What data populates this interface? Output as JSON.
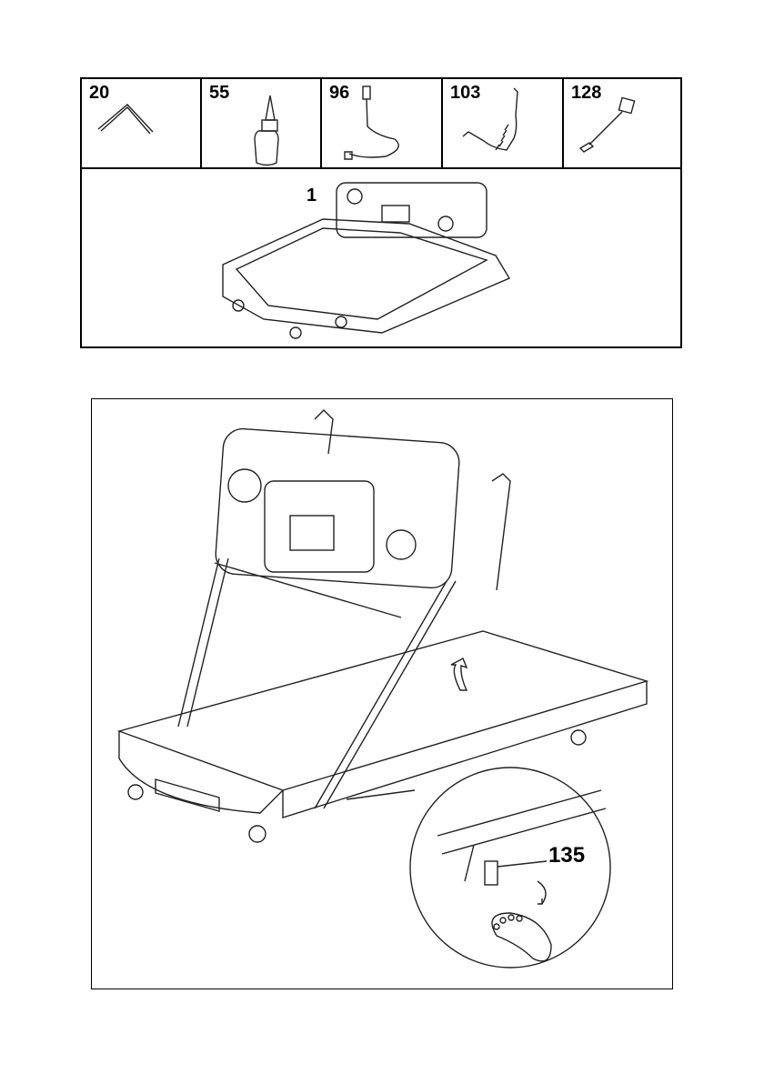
{
  "parts": [
    {
      "number": "20",
      "name": "allen-key"
    },
    {
      "number": "55",
      "name": "oil-bottle"
    },
    {
      "number": "96",
      "name": "power-cord"
    },
    {
      "number": "103",
      "name": "coiled-cable"
    },
    {
      "number": "128",
      "name": "safety-key"
    }
  ],
  "main_part": {
    "number": "1"
  },
  "figure": {
    "callout_number": "135"
  }
}
